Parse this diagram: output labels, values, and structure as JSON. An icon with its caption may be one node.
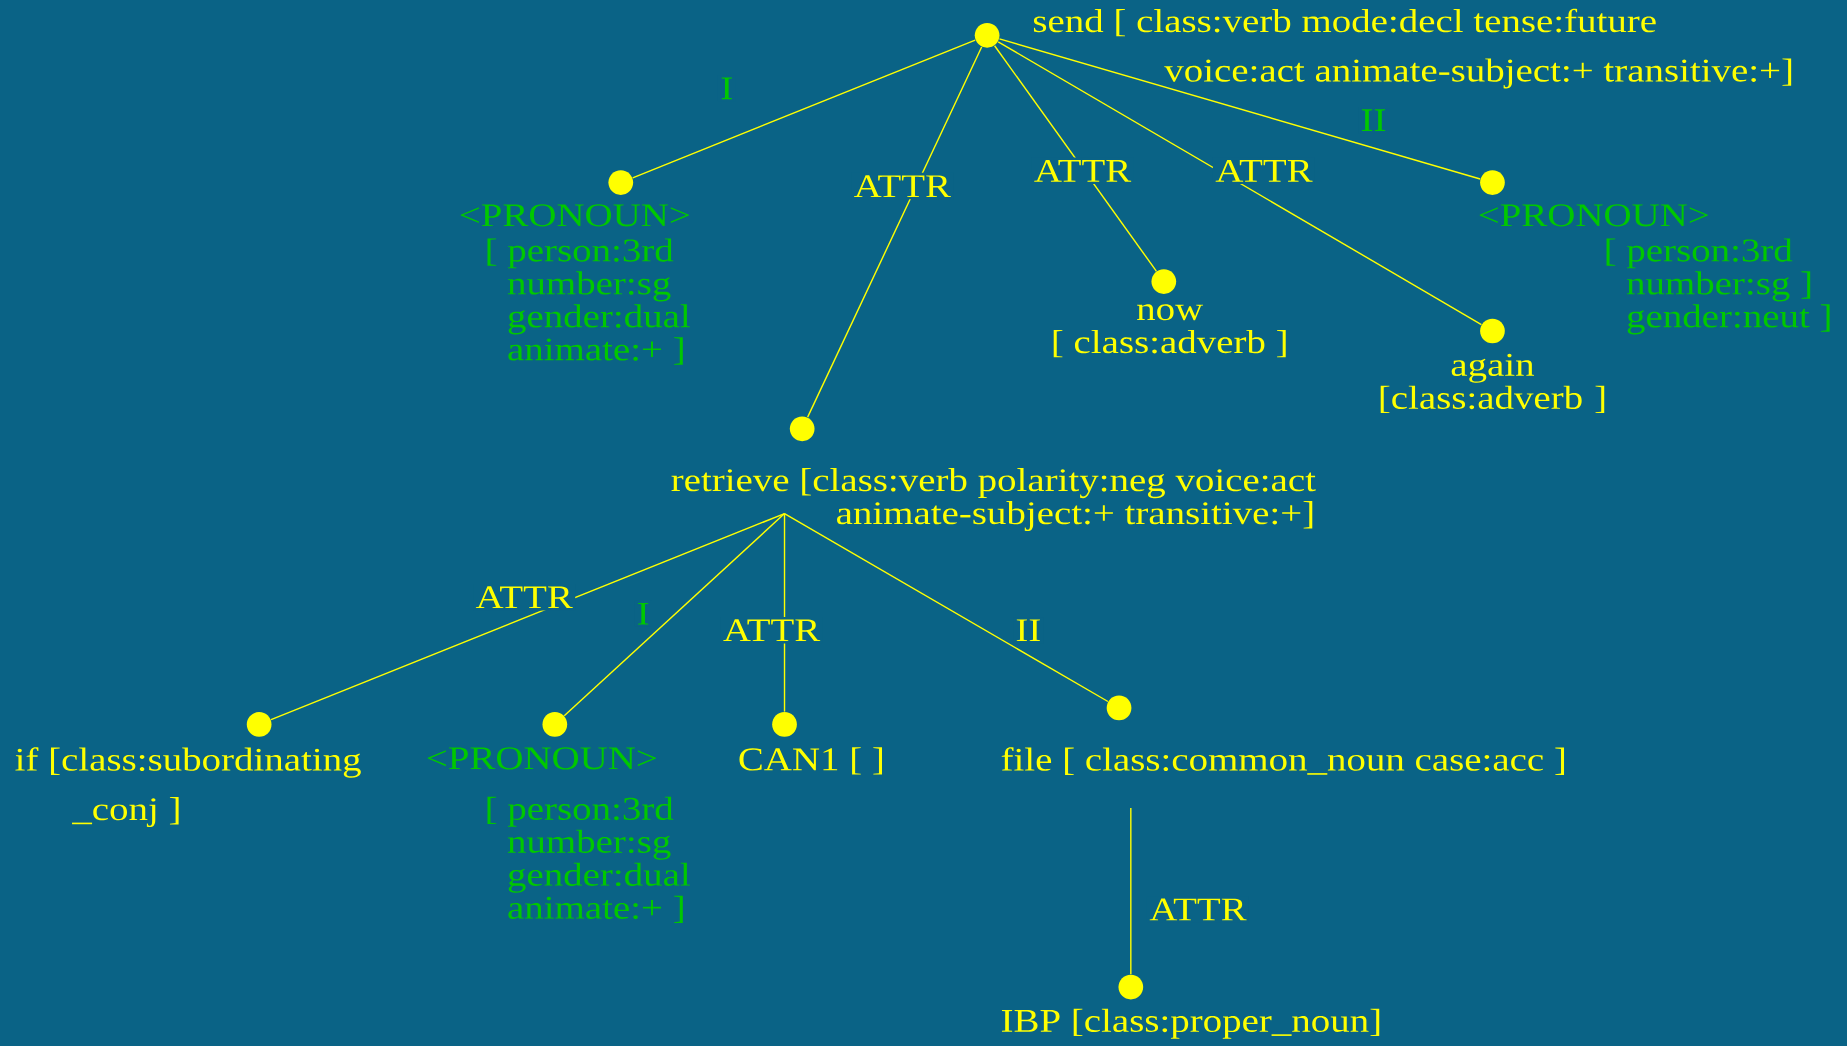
{
  "diagram": {
    "nodes": [
      {
        "text": [
          "send [ class:verb mode:decl tense:future voice:act animate-subject:+ transitive:+]"
        ]
      },
      {
        "text": [
          "<PRONOUN>",
          "[ person:3rd number:sg gender:dual animate:+ ]"
        ]
      },
      {
        "text": [
          "retrieve [class:verb polarity:neg voice:act animate-subject:+ transitive:+]"
        ]
      },
      {
        "text": [
          "now [ class:adverb ]"
        ]
      },
      {
        "text": [
          "again [class:adverb ]"
        ]
      },
      {
        "text": [
          "<PRONOUN>",
          "[ person:3rd number:sg ] gender:neut ]"
        ]
      },
      {
        "text": [
          "if [class:subordinating _conj ]"
        ]
      },
      {
        "text": [
          "<PRONOUN>",
          "[ person:3rd number:sg gender:dual animate:+ ]"
        ]
      },
      {
        "text": [
          "CAN1 [ ]"
        ]
      },
      {
        "text": [
          "file [ class:common_noun case:acc ]"
        ]
      },
      {
        "text": [
          "IBP [class:proper_noun]"
        ]
      }
    ],
    "edges": [
      {
        "from": 0,
        "to": 1,
        "arrow": "none",
        "label": "I"
      },
      {
        "from": 0,
        "to": 2,
        "arrow": "none",
        "label": "ATTR"
      },
      {
        "from": 0,
        "to": 3,
        "arrow": "none",
        "label": "ATTR"
      },
      {
        "from": 0,
        "to": 4,
        "arrow": "none",
        "label": "ATTR"
      },
      {
        "from": 0,
        "to": 5,
        "arrow": "none",
        "label": "II"
      },
      {
        "from": 2,
        "to": 6,
        "arrow": "none",
        "label": "ATTR"
      },
      {
        "from": 2,
        "to": 7,
        "arrow": "none",
        "label": "I"
      },
      {
        "from": 2,
        "to": 8,
        "arrow": "none",
        "label": "ATTR"
      },
      {
        "from": 2,
        "to": 9,
        "arrow": "none",
        "label": "II"
      },
      {
        "from": 9,
        "to": 10,
        "arrow": "none",
        "label": "ATTR"
      }
    ]
  }
}
